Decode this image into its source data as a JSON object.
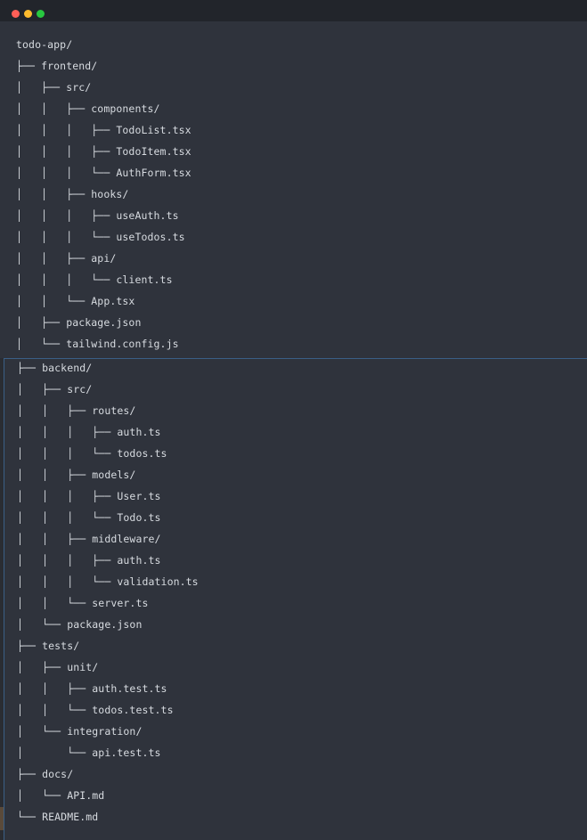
{
  "window": {
    "controls": {
      "close_color": "#ff5f57",
      "minimize_color": "#febc2e",
      "maximize_color": "#28c840"
    }
  },
  "tree": {
    "top_lines": [
      "todo-app/",
      "├── frontend/",
      "│   ├── src/",
      "│   │   ├── components/",
      "│   │   │   ├── TodoList.tsx",
      "│   │   │   ├── TodoItem.tsx",
      "│   │   │   └── AuthForm.tsx",
      "│   │   ├── hooks/",
      "│   │   │   ├── useAuth.ts",
      "│   │   │   └── useTodos.ts",
      "│   │   ├── api/",
      "│   │   │   └── client.ts",
      "│   │   └── App.tsx",
      "│   ├── package.json",
      "│   └── tailwind.config.js"
    ],
    "bottom_lines": [
      "├── backend/",
      "│   ├── src/",
      "│   │   ├── routes/",
      "│   │   │   ├── auth.ts",
      "│   │   │   └── todos.ts",
      "│   │   ├── models/",
      "│   │   │   ├── User.ts",
      "│   │   │   └── Todo.ts",
      "│   │   ├── middleware/",
      "│   │   │   ├── auth.ts",
      "│   │   │   └── validation.ts",
      "│   │   └── server.ts",
      "│   └── package.json",
      "├── tests/",
      "│   ├── unit/",
      "│   │   ├── auth.test.ts",
      "│   │   └── todos.test.ts",
      "│   └── integration/",
      "│       └── api.test.ts",
      "├── docs/",
      "│   └── API.md",
      "└── README.md"
    ]
  }
}
